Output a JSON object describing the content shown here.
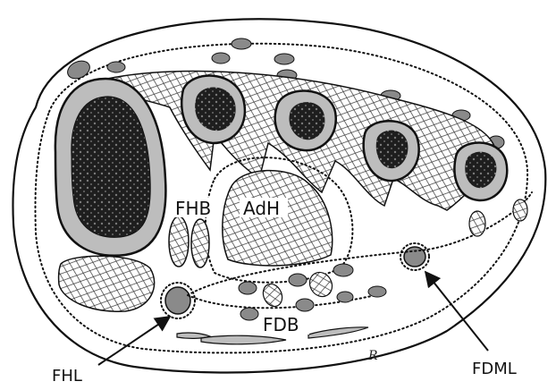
{
  "labels": {
    "fhb": "FHB",
    "adh": "AdH",
    "fdb": "FDB",
    "fhl": "FHL",
    "fdml": "FDML",
    "signature": "R"
  },
  "colors": {
    "background": "#ffffff",
    "outline": "#111111",
    "bone_cortex": "#bdbdbd",
    "bone_marrow": "#1e1e1e",
    "tendon": "#8a8a8a",
    "muscle_hatch": "#333333"
  }
}
